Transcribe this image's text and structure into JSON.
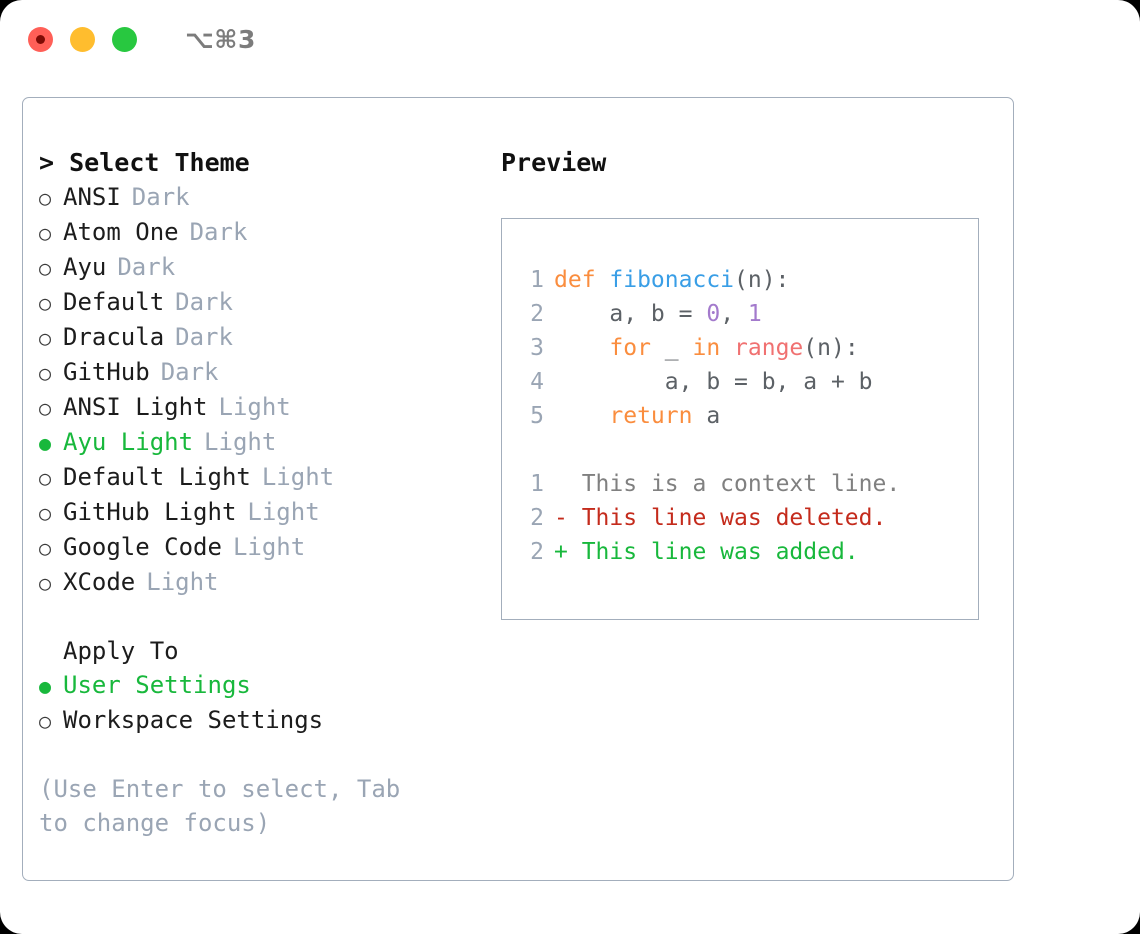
{
  "window": {
    "shortcut": "⌥⌘3",
    "traffic_lights": [
      {
        "name": "close",
        "color": "#ff5f57"
      },
      {
        "name": "minimize",
        "color": "#ffbd2e"
      },
      {
        "name": "maximize",
        "color": "#28c840"
      }
    ]
  },
  "theme_section": {
    "caret": "> ",
    "title": "Select Theme",
    "bullet_on": "●",
    "bullet_off": "○",
    "items": [
      {
        "label": "ANSI",
        "tag": "Dark",
        "selected": false
      },
      {
        "label": "Atom One",
        "tag": "Dark",
        "selected": false
      },
      {
        "label": "Ayu",
        "tag": "Dark",
        "selected": false
      },
      {
        "label": "Default",
        "tag": "Dark",
        "selected": false
      },
      {
        "label": "Dracula",
        "tag": "Dark",
        "selected": false
      },
      {
        "label": "GitHub",
        "tag": "Dark",
        "selected": false
      },
      {
        "label": "ANSI Light",
        "tag": "Light",
        "selected": false
      },
      {
        "label": "Ayu Light",
        "tag": "Light",
        "selected": true
      },
      {
        "label": "Default Light",
        "tag": "Light",
        "selected": false
      },
      {
        "label": "GitHub Light",
        "tag": "Light",
        "selected": false
      },
      {
        "label": "Google Code",
        "tag": "Light",
        "selected": false
      },
      {
        "label": "XCode",
        "tag": "Light",
        "selected": false
      }
    ]
  },
  "apply_section": {
    "title": "Apply To",
    "items": [
      {
        "label": "User Settings",
        "selected": true
      },
      {
        "label": "Workspace Settings",
        "selected": false
      }
    ]
  },
  "hint": "(Use Enter to select, Tab to change focus)",
  "preview": {
    "title": "Preview",
    "code": [
      {
        "num": "1",
        "tokens": [
          {
            "t": "def ",
            "c": "kw"
          },
          {
            "t": "fibonacci",
            "c": "fn"
          },
          {
            "t": "(n):",
            "c": "pun"
          }
        ]
      },
      {
        "num": "2",
        "tokens": [
          {
            "t": "    a, b = ",
            "c": "pun"
          },
          {
            "t": "0",
            "c": "num"
          },
          {
            "t": ", ",
            "c": "pun"
          },
          {
            "t": "1",
            "c": "num"
          }
        ]
      },
      {
        "num": "3",
        "tokens": [
          {
            "t": "    ",
            "c": "pun"
          },
          {
            "t": "for",
            "c": "kw"
          },
          {
            "t": " _ ",
            "c": "pun"
          },
          {
            "t": "in",
            "c": "kw"
          },
          {
            "t": " ",
            "c": "pun"
          },
          {
            "t": "range",
            "c": "bi"
          },
          {
            "t": "(n):",
            "c": "pun"
          }
        ]
      },
      {
        "num": "4",
        "tokens": [
          {
            "t": "        a, b = b, a + b",
            "c": "pun"
          }
        ]
      },
      {
        "num": "5",
        "tokens": [
          {
            "t": "    ",
            "c": "pun"
          },
          {
            "t": "return",
            "c": "kw"
          },
          {
            "t": " a",
            "c": "pun"
          }
        ]
      }
    ],
    "diff": [
      {
        "num": "1",
        "marker": "  ",
        "text": "This is a context line.",
        "kind": "diff-ctx"
      },
      {
        "num": "2",
        "marker": "- ",
        "text": "This line was deleted.",
        "kind": "diff-del"
      },
      {
        "num": "2",
        "marker": "+ ",
        "text": "This line was added.",
        "kind": "diff-add"
      }
    ]
  },
  "colors": {
    "keyword": "#fa8d3e",
    "function": "#399ee6",
    "number": "#a37acc",
    "builtin": "#f07171",
    "punctuation": "#5c6166",
    "line_number": "#9aa5b4",
    "selected": "#18b83c",
    "muted": "#9aa5b4",
    "diff_deleted": "#c42b1c",
    "diff_added": "#18b83c",
    "border": "#a3aebc"
  }
}
